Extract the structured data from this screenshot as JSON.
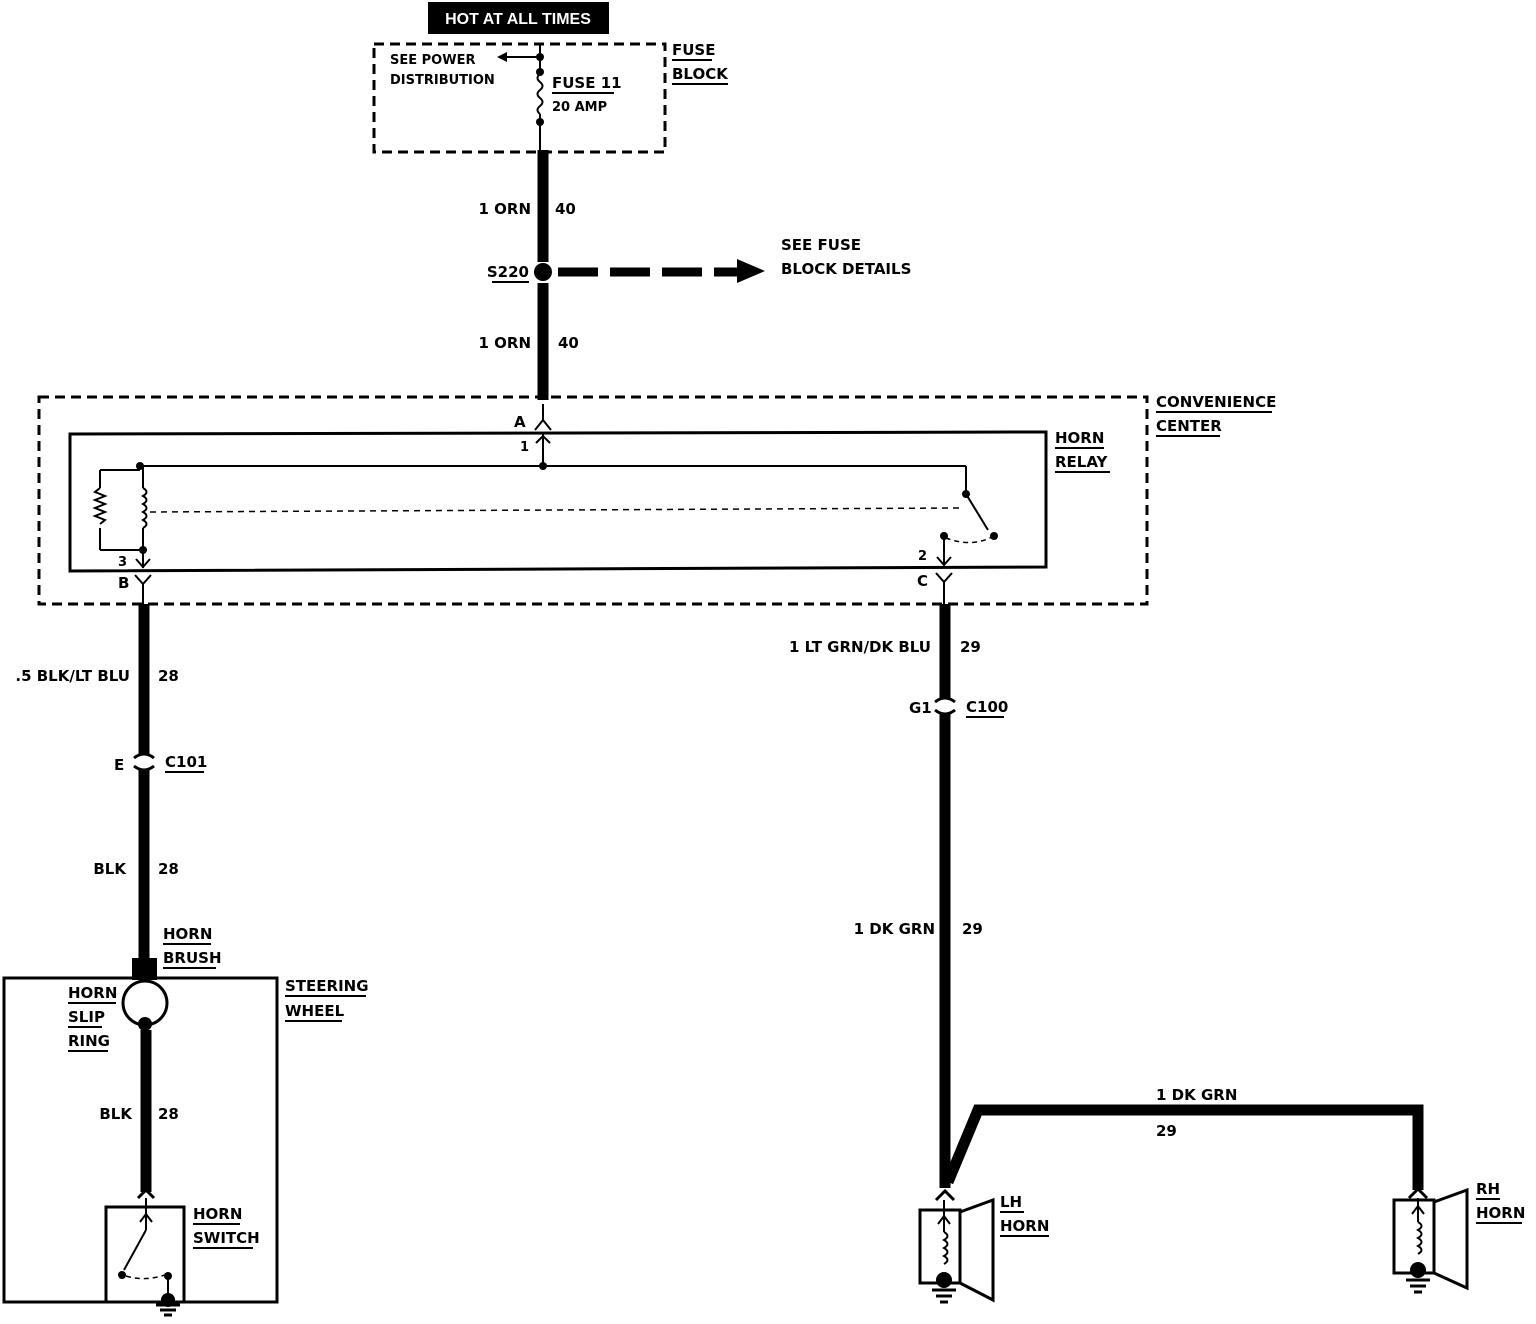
{
  "banner": "HOT AT ALL TIMES",
  "fuse_block": {
    "title_line1": "FUSE",
    "title_line2": "BLOCK",
    "see_power_line1": "SEE POWER",
    "see_power_line2": "DISTRIBUTION",
    "fuse_name": "FUSE 11",
    "fuse_rating": "20 AMP"
  },
  "feed_wire_upper": {
    "label": "1 ORN",
    "circuit": "40"
  },
  "feed_wire_lower": {
    "label": "1 ORN",
    "circuit": "40"
  },
  "splice": {
    "name": "S220",
    "note_line1": "SEE FUSE",
    "note_line2": "BLOCK DETAILS"
  },
  "convenience_center": {
    "line1": "CONVENIENCE",
    "line2": "CENTER"
  },
  "horn_relay": {
    "line1": "HORN",
    "line2": "RELAY",
    "terminal_a": "A",
    "pin_1": "1",
    "pin_3": "3",
    "terminal_b": "B",
    "pin_2": "2",
    "terminal_c": "C"
  },
  "left_branch": {
    "wire1": {
      "label": ".5 BLK/LT BLU",
      "circuit": "28"
    },
    "connector_pin": "E",
    "connector": "C101",
    "wire2": {
      "label": "BLK",
      "circuit": "28"
    },
    "horn_brush_line1": "HORN",
    "horn_brush_line2": "BRUSH",
    "wire3": {
      "label": "BLK",
      "circuit": "28"
    }
  },
  "steering_wheel": {
    "line1": "STEERING",
    "line2": "WHEEL",
    "slip_ring_line1": "HORN",
    "slip_ring_line2": "SLIP",
    "slip_ring_line3": "RING",
    "switch_line1": "HORN",
    "switch_line2": "SWITCH"
  },
  "right_branch": {
    "wire1": {
      "label": "1 LT GRN/DK BLU",
      "circuit": "29"
    },
    "connector_pin": "G1",
    "connector": "C100",
    "wire2": {
      "label": "1 DK GRN",
      "circuit": "29"
    },
    "wire3": {
      "label": "1 DK GRN",
      "circuit": "29"
    }
  },
  "lh_horn": {
    "line1": "LH",
    "line2": "HORN"
  },
  "rh_horn": {
    "line1": "RH",
    "line2": "HORN"
  }
}
